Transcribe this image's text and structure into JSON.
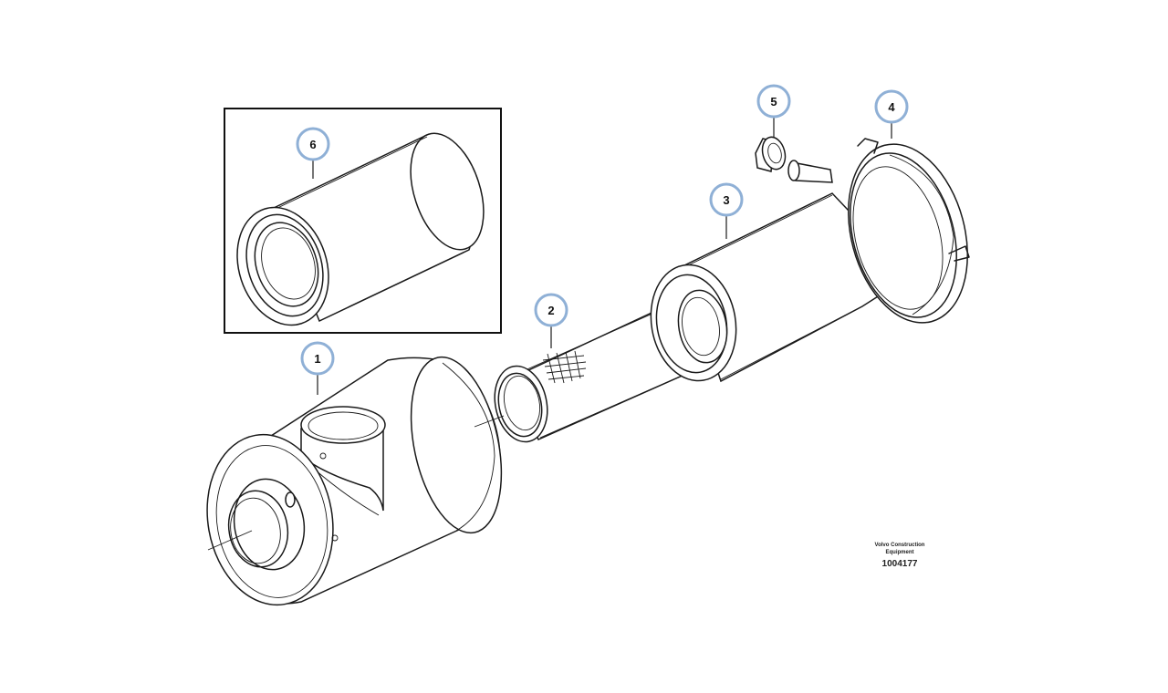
{
  "callouts": [
    {
      "id": "1",
      "label": "1"
    },
    {
      "id": "2",
      "label": "2"
    },
    {
      "id": "3",
      "label": "3"
    },
    {
      "id": "4",
      "label": "4"
    },
    {
      "id": "5",
      "label": "5"
    },
    {
      "id": "6",
      "label": "6"
    }
  ],
  "footer": {
    "brand_line1": "Volvo Construction",
    "brand_line2": "Equipment",
    "part_code": "1004177"
  },
  "colors": {
    "callout_ring": "#8fb0d6",
    "line": "#1a1a1a"
  }
}
